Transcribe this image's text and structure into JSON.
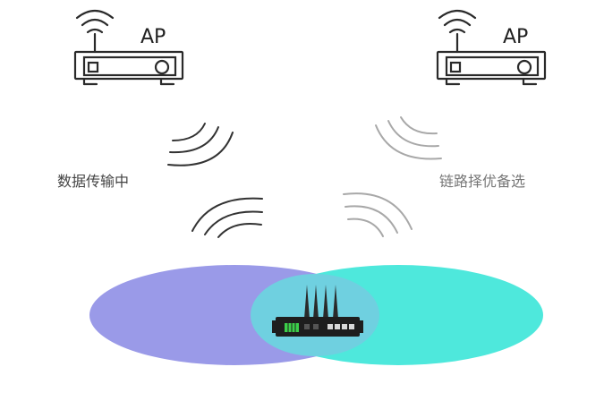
{
  "access_points": [
    {
      "label": "AP"
    },
    {
      "label": "AP"
    }
  ],
  "labels": {
    "left": "数据传输中",
    "right": "链路择优备选"
  },
  "colors": {
    "left_zone": "#9a9ae8",
    "right_zone": "#4ee8dc",
    "overlap_zone": "#6fd0e0",
    "active_signal": "#333333",
    "standby_signal": "#a8a8a8",
    "ap_stroke": "#2a2a2a",
    "left_label": "#444444",
    "right_label": "#777777"
  },
  "icons": {
    "ap": "wifi-router-icon",
    "device": "4g-router-device-icon"
  }
}
